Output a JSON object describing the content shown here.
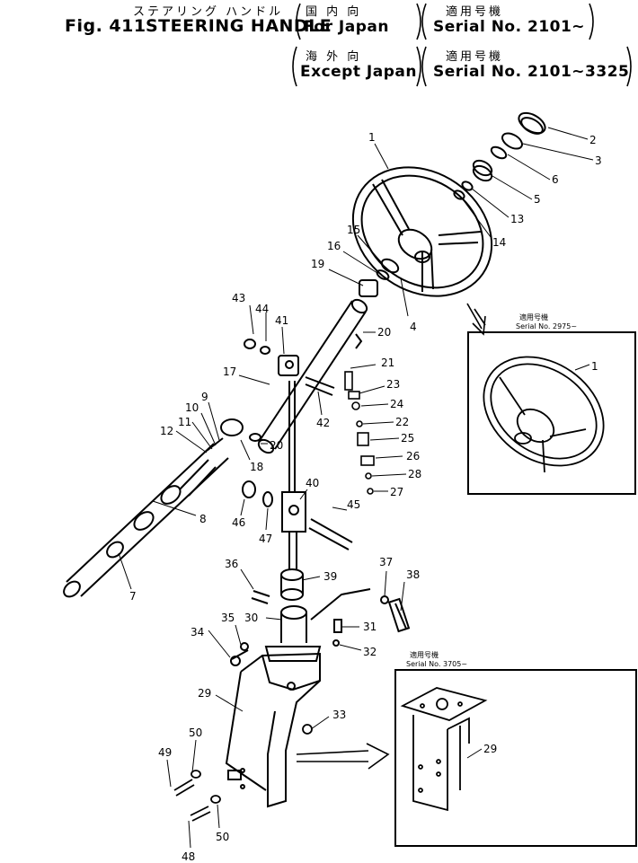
{
  "header": {
    "title_jp": "ステアリング ハンドル",
    "fig_label": "Fig. 411",
    "title_en": "STEERING HANDLE",
    "groups": [
      {
        "region_jp": "国 内 向",
        "region_en": "For Japan",
        "serial_jp": "適用号機",
        "serial": "Serial No. 2101~"
      },
      {
        "region_jp": "海 外 向",
        "region_en": "Except Japan",
        "serial_jp": "適用号機",
        "serial": "Serial No. 2101~3325"
      }
    ]
  },
  "insets": [
    {
      "serial_jp": "適用号機",
      "serial": "Serial No. 2975~",
      "part": "1"
    },
    {
      "serial_jp": "適用号機",
      "serial": "Serial No. 3705~",
      "part": "29"
    }
  ],
  "callouts": [
    "1",
    "2",
    "3",
    "6",
    "5",
    "13",
    "14",
    "15",
    "16",
    "19",
    "4",
    "20",
    "43",
    "44",
    "41",
    "17",
    "21",
    "23",
    "42",
    "24",
    "22",
    "10",
    "9",
    "11",
    "12",
    "25",
    "20",
    "26",
    "18",
    "28",
    "27",
    "40",
    "46",
    "8",
    "47",
    "45",
    "7",
    "36",
    "39",
    "37",
    "38",
    "35",
    "30",
    "31",
    "34",
    "32",
    "29",
    "33",
    "50",
    "49",
    "48",
    "50"
  ]
}
